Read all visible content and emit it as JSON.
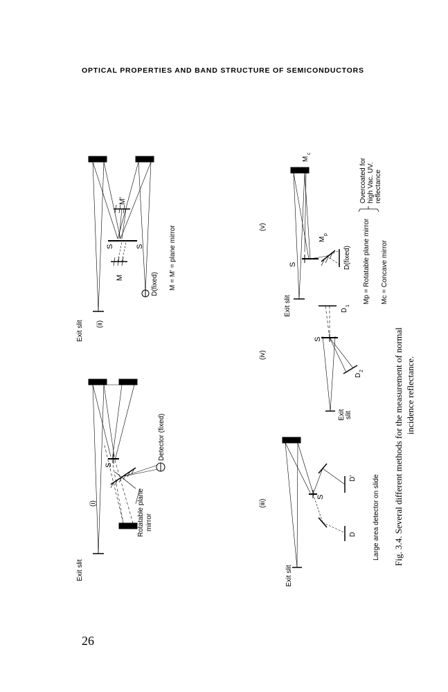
{
  "header": {
    "running_head": "OPTICAL PROPERTIES AND BAND STRUCTURE OF SEMICONDUCTORS"
  },
  "page_number": "26",
  "figure": {
    "caption_line1": "Fig. 3.4. Several different methods for the measurement of normal",
    "caption_line2": "incidence reflectance.",
    "panel_i": {
      "num": "(i)",
      "exit_slit": "Exit slit",
      "S": "S",
      "rot_mirror_1": "Rotatable plane",
      "rot_mirror_2": "mirror",
      "detector": "Detector (fixed)"
    },
    "panel_ii": {
      "num": "(ii)",
      "exit_slit": "Exit slit",
      "S1": "S",
      "S2": "S",
      "M": "M",
      "Mp": "M'",
      "D": "D(fixed)",
      "legend": "M = M' = plane mirror"
    },
    "panel_iii": {
      "num": "(iii)",
      "exit_slit": "Exit slit",
      "S": "S",
      "D": "D",
      "Dp": "D'",
      "note": "Large area detector on slide"
    },
    "panel_iv": {
      "num": "(iv)",
      "S": "S",
      "D1": "D",
      "D1_sub": "1",
      "D2": "D",
      "D2_sub": "2",
      "exit_1": "Exit",
      "exit_2": "slit"
    },
    "panel_v": {
      "num": "(v)",
      "exit_slit": "Exit slit",
      "S": "S",
      "Mc": "M",
      "Mc_sub": "c",
      "Mp": "M",
      "Mp_sub": "p",
      "D": "D(fixed)"
    },
    "legend": {
      "line1": "Mp = Rotatable plane mirror",
      "line2": "Mc = Concave mirror",
      "bracket_1": "Overcoated for",
      "bracket_2": "high Vac. UV.",
      "bracket_3": "reflectance"
    }
  }
}
